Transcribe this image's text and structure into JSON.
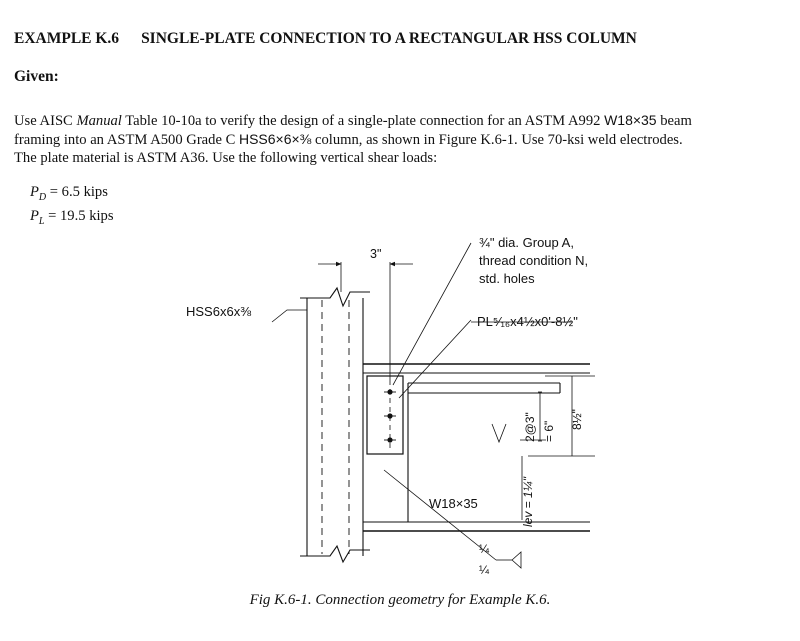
{
  "heading": {
    "example_no": "EXAMPLE K.6",
    "title": "SINGLE-PLATE CONNECTION TO A RECTANGULAR HSS COLUMN"
  },
  "given_label": "Given:",
  "paragraph": {
    "l1_a": "Use AISC ",
    "l1_manual": "Manual",
    "l1_b": " Table 10-10a to verify the design of a single-plate connection for an ASTM A992 ",
    "l1_beam": "W18×35",
    "l1_c": " beam",
    "l2_a": "framing into an ASTM A500 Grade C ",
    "l2_col": "HSS6×6×⅜",
    "l2_b": " column, as shown in Figure K.6-1. Use 70-ksi weld electrodes.",
    "l3": "The plate material is ASTM A36. Use the following vertical shear loads:"
  },
  "loads": {
    "pd_sym": "P",
    "pd_sub": "D",
    "pd_val": " = 6.5 kips",
    "pl_sym": "P",
    "pl_sub": "L",
    "pl_val": " = 19.5 kips"
  },
  "figure": {
    "dim_3in": "3\"",
    "bolt_note_1": "¾\" dia. Group A,",
    "bolt_note_2": "thread condition N,",
    "bolt_note_3": "std. holes",
    "column_label": "HSS6x6x⅜",
    "plate_label": "PL⁵⁄₁₆x4½x0'-8½\"",
    "beam_label": "W18×35",
    "bolt_spacing": "2@3\"",
    "bolt_spacing_total": "= 6\"",
    "plate_depth": "8½\"",
    "lev_label": "lev = 1¼\"",
    "weld_top": "¼",
    "weld_bottom": "¼"
  },
  "caption": "Fig K.6-1. Connection geometry for Example K.6."
}
